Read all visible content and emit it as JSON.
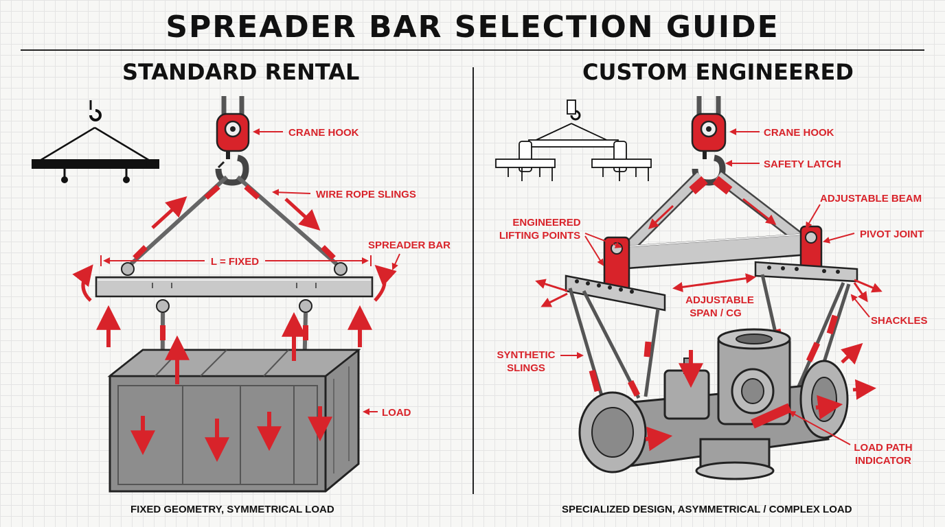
{
  "title": "SPREADER BAR SELECTION GUIDE",
  "colors": {
    "accent": "#d8232a",
    "steel": "#b9b9b9",
    "ink": "#111111",
    "paper": "#f7f7f5"
  },
  "left": {
    "heading": "STANDARD RENTAL",
    "caption": "FIXED GEOMETRY, SYMMETRICAL LOAD",
    "labels": {
      "crane_hook": "CRANE HOOK",
      "wire_rope_slings": "WIRE ROPE SLINGS",
      "spreader_bar": "SPREADER BAR",
      "dimension": "L = FIXED",
      "load": "LOAD"
    }
  },
  "right": {
    "heading": "CUSTOM ENGINEERED",
    "caption": "SPECIALIZED DESIGN, ASYMMETRICAL / COMPLEX LOAD",
    "labels": {
      "crane_hook": "CRANE HOOK",
      "safety_latch": "SAFETY LATCH",
      "adjustable_beam": "ADJUSTABLE BEAM",
      "pivot_joint": "PIVOT JOINT",
      "engineered_lifting_points": [
        "ENGINEERED",
        "LIFTING POINTS"
      ],
      "adjustable_span_cg": [
        "ADJUSTABLE",
        "SPAN / CG"
      ],
      "shackles": "SHACKLES",
      "synthetic_slings": [
        "SYNTHETIC",
        "SLINGS"
      ],
      "load_path_indicator": [
        "LOAD PATH",
        "INDICATOR"
      ]
    }
  }
}
